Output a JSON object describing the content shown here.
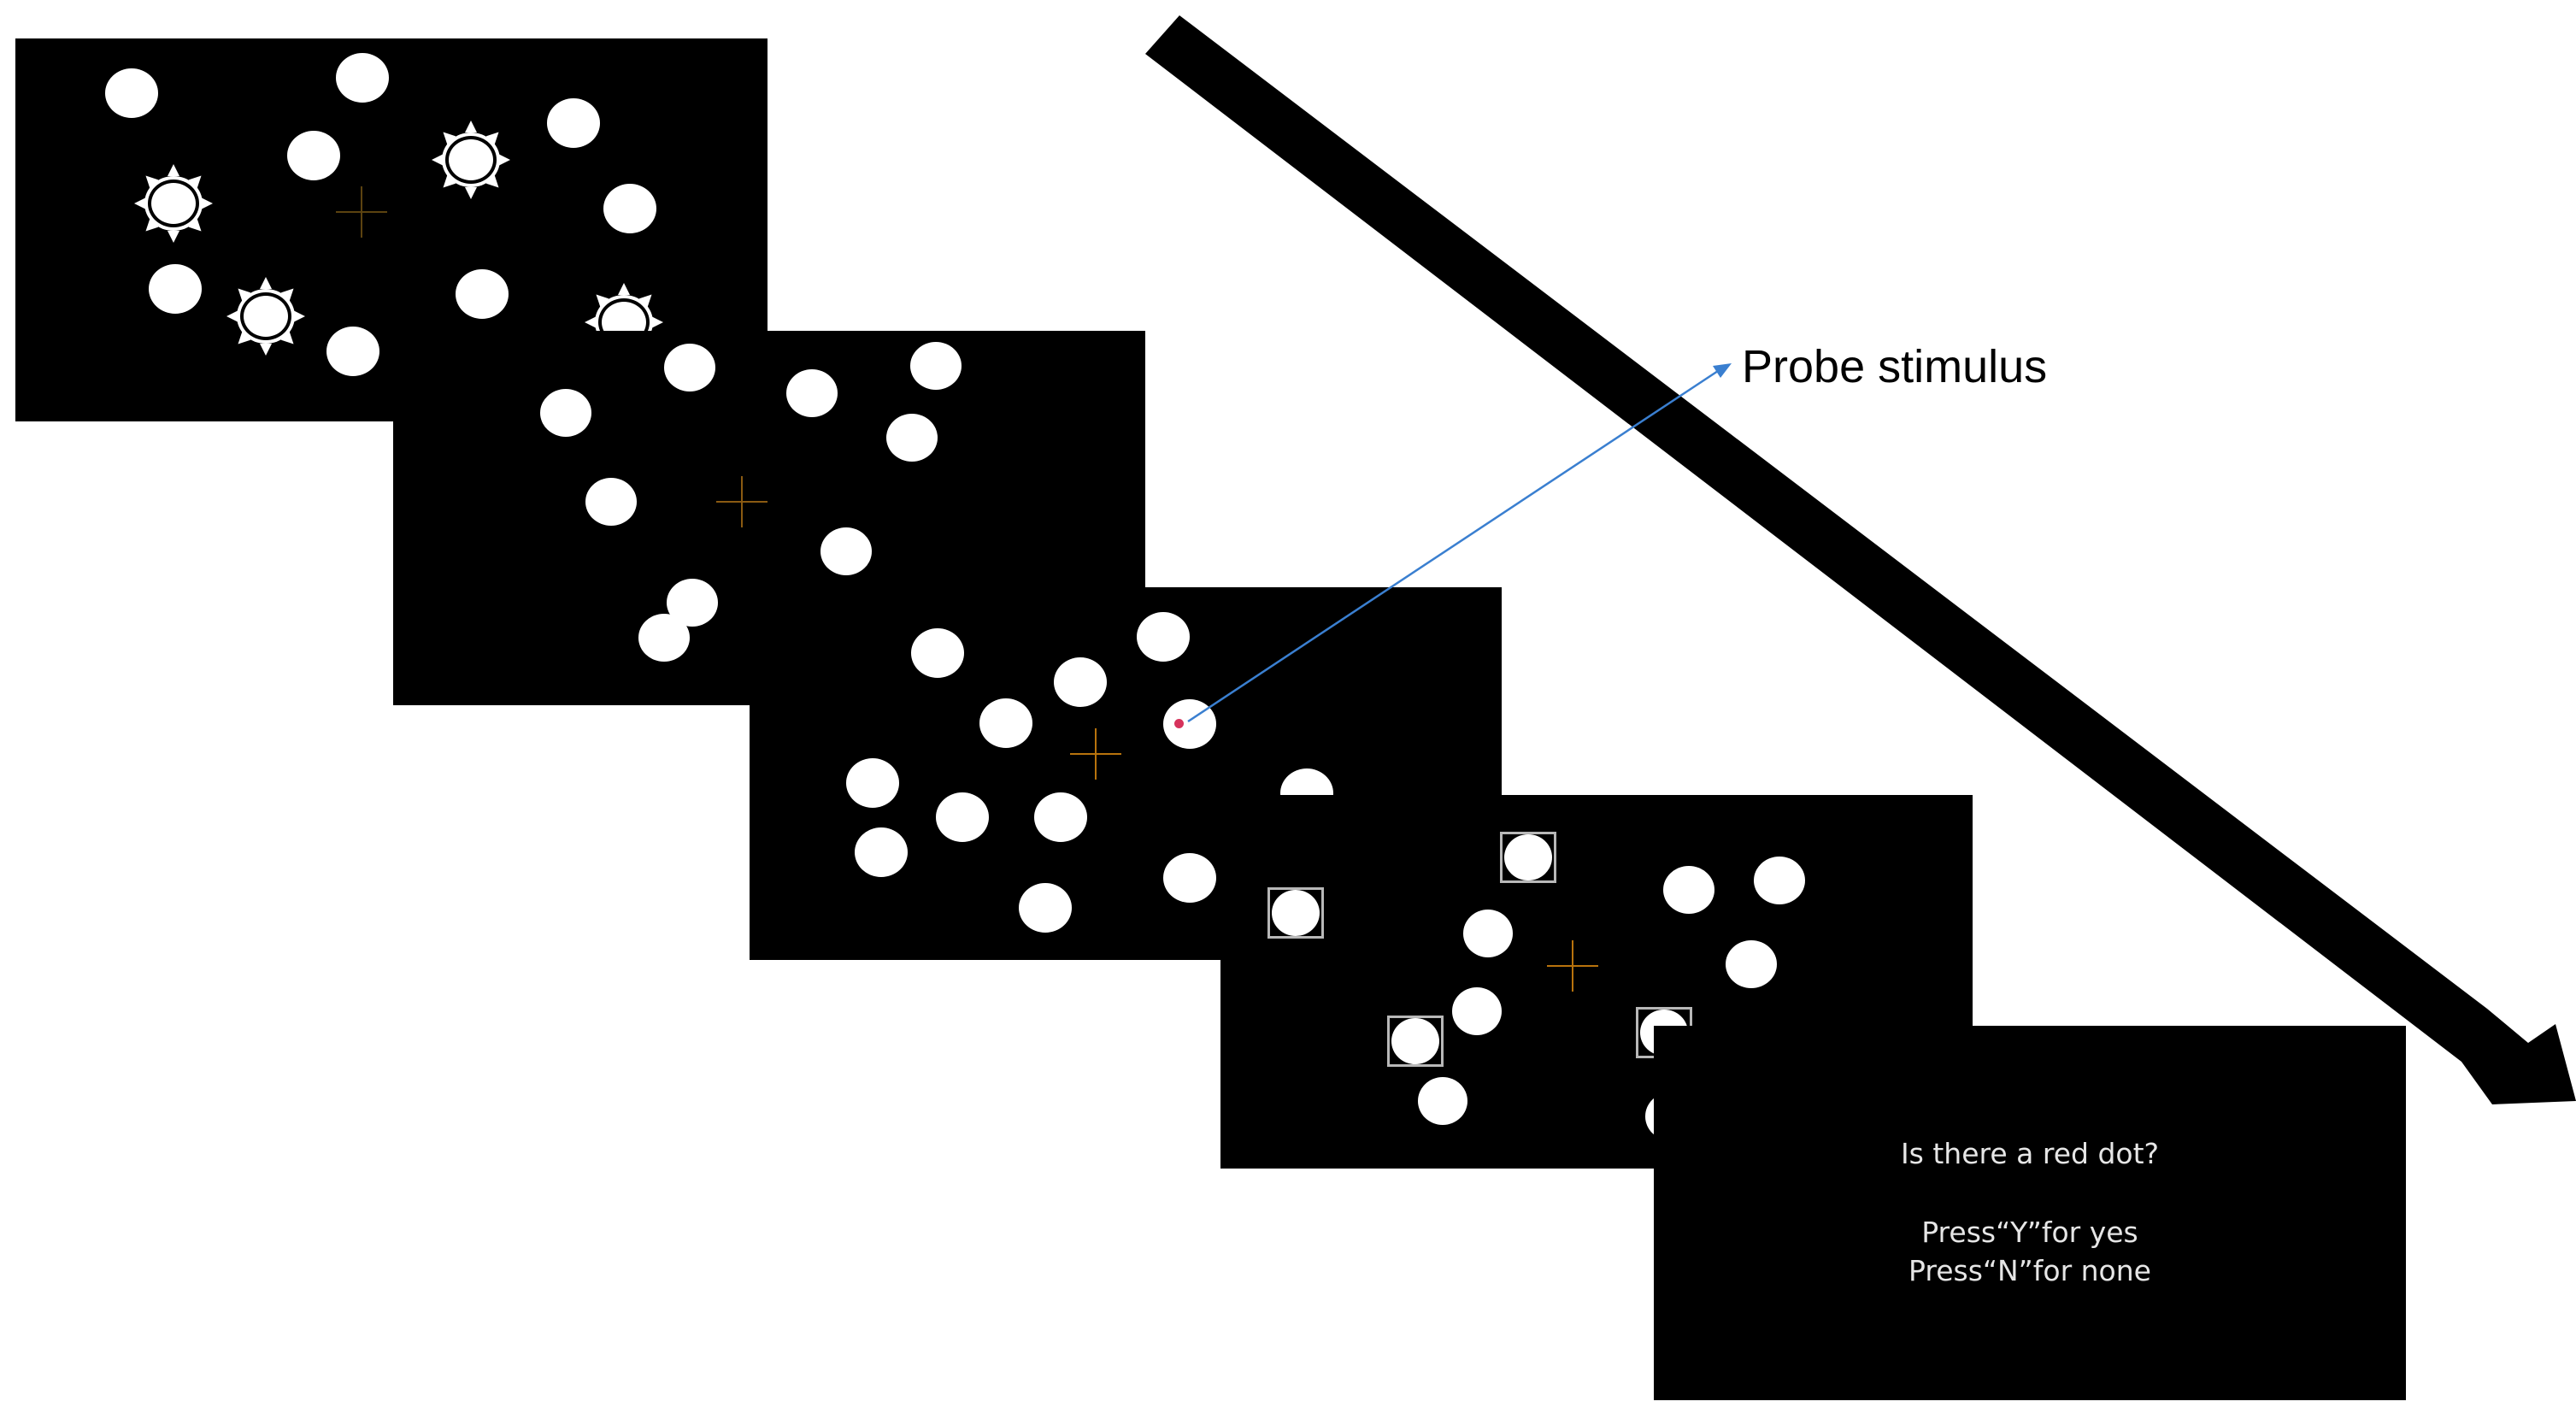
{
  "diagram": {
    "probe_label": "Probe stimulus",
    "question": "Is there a red dot?",
    "instruction_yes": "Press“Y”for yes",
    "instruction_no": "Press“N”for none"
  },
  "colors": {
    "screen_background": "#000000",
    "stimulus_dot": "#ffffff",
    "fixation_cross": "#b8730d",
    "probe_dot": "#d6335c",
    "probe_arrow": "#3a7fd0",
    "time_arrow": "#000000",
    "cue_box": "#b8b8b8",
    "prompt_text": "#e6e6e6"
  },
  "icons": {
    "fixation": "plus-cross",
    "cue": "sun-burst",
    "probe": "red-dot",
    "time": "diagonal-arrow"
  }
}
